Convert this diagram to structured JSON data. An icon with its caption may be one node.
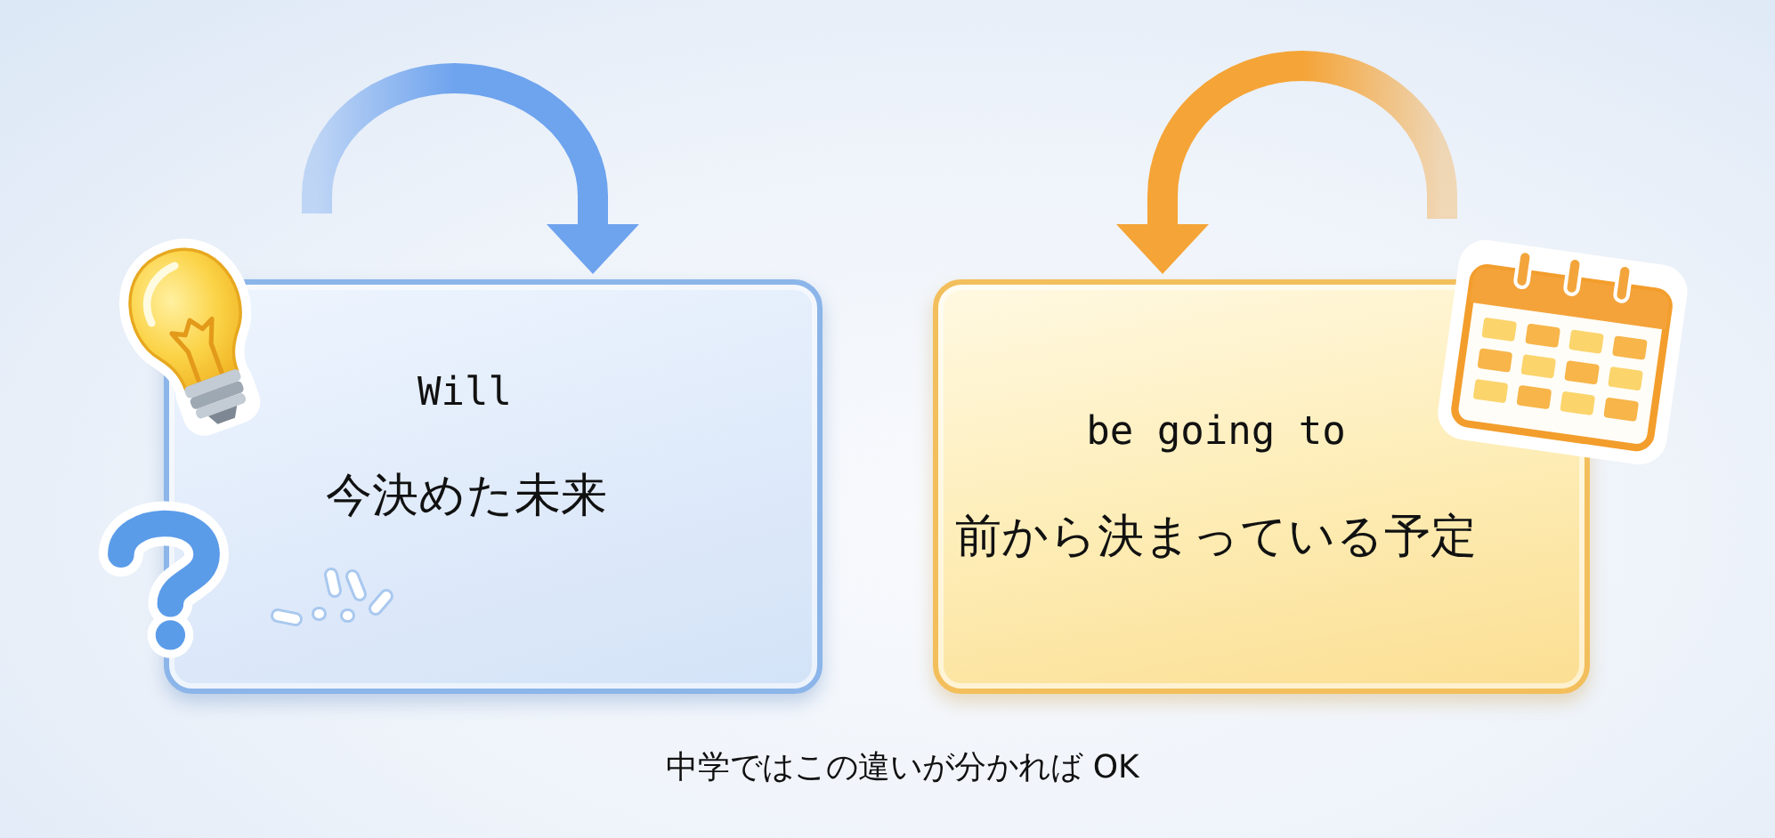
{
  "diagram": {
    "caption": "中学ではこの違いが分かれば OK",
    "nodes": [
      {
        "text": [
          "Will",
          "今決めた未来"
        ]
      },
      {
        "text": [
          "be going to",
          "前から決まっている予定"
        ]
      }
    ],
    "edges": [
      {
        "from": null,
        "to": 0,
        "arrow": "to",
        "color": "#6ea3ee"
      },
      {
        "from": null,
        "to": 1,
        "arrow": "to",
        "color": "#f5a437"
      }
    ]
  }
}
